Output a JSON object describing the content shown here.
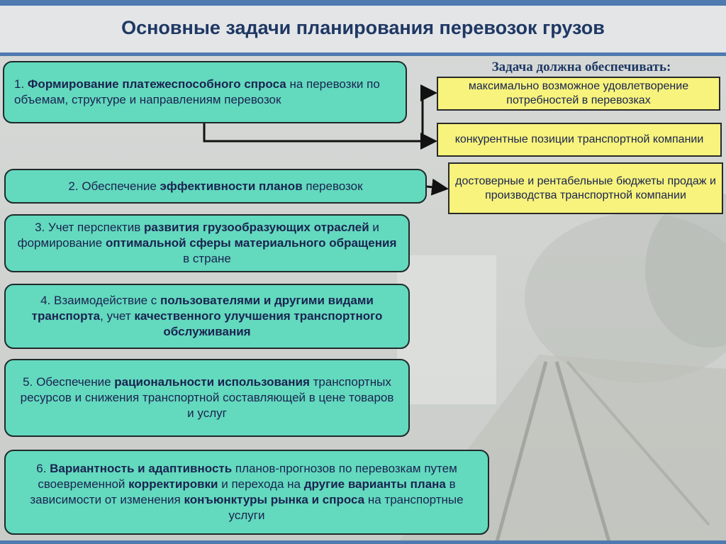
{
  "slide": {
    "title": "Основные задачи планирования перевозок грузов"
  },
  "tasks": [
    {
      "number": "1.",
      "parts": [
        {
          "text": "Формирование платежеспособного спроса",
          "bold": true
        },
        {
          "text": " на перевозки по объемам, структуре и направлениям перевозок",
          "bold": false
        }
      ]
    },
    {
      "number": "2.",
      "parts": [
        {
          "text": " Обеспечение ",
          "bold": false
        },
        {
          "text": "эффективности планов",
          "bold": true
        },
        {
          "text": " перевозок",
          "bold": false
        }
      ]
    },
    {
      "number": "3.",
      "parts": [
        {
          "text": " Учет перспектив ",
          "bold": false
        },
        {
          "text": "развития грузообразующих отраслей",
          "bold": true
        },
        {
          "text": " и формирование ",
          "bold": false
        },
        {
          "text": "оптимальной сферы материального обращения",
          "bold": true
        },
        {
          "text": " в стране",
          "bold": false
        }
      ]
    },
    {
      "number": "4.",
      "parts": [
        {
          "text": " Взаимодействие с ",
          "bold": false
        },
        {
          "text": "пользователями и другими видами транспорта",
          "bold": true
        },
        {
          "text": ", учет ",
          "bold": false
        },
        {
          "text": "качественного улучшения транспортного обслуживания",
          "bold": true
        }
      ]
    },
    {
      "number": "5.",
      "parts": [
        {
          "text": " Обеспечение ",
          "bold": false
        },
        {
          "text": "рациональности использования",
          "bold": true
        },
        {
          "text": " транспортных ресурсов и снижения транспортной составляющей в цене товаров и услуг",
          "bold": false
        }
      ]
    },
    {
      "number": "6.",
      "parts": [
        {
          "text": " Вариантность и адаптивность",
          "bold": true
        },
        {
          "text": " планов-прогнозов по перевозкам путем своевременной ",
          "bold": false
        },
        {
          "text": "корректировки",
          "bold": true
        },
        {
          "text": " и перехода на ",
          "bold": false
        },
        {
          "text": "другие варианты плана",
          "bold": true
        },
        {
          "text": " в зависимости от изменения ",
          "bold": false
        },
        {
          "text": "конъюнктуры рынка и спроса",
          "bold": true
        },
        {
          "text": " на транспортные услуги",
          "bold": false
        }
      ]
    }
  ],
  "results": {
    "heading": "Задача должна обеспечивать:",
    "items": [
      "максимально возможное удовлетворение потребностей в перевозках",
      "конкурентные позиции транспортной компании",
      "достоверные и рентабельные бюджеты продаж и производства транспортной компании"
    ]
  },
  "colors": {
    "task_box": "#63d9be",
    "result_box": "#f7f37c",
    "title": "#1f3864",
    "accent_bar": "#4f7ab0"
  }
}
